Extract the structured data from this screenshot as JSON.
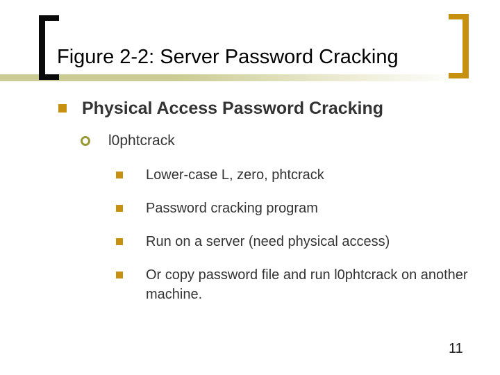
{
  "slide": {
    "title": "Figure 2-2: Server Password Cracking",
    "page_number": "11",
    "content": {
      "heading": "Physical Access Password Cracking",
      "subheading": "l0phtcrack",
      "points": [
        "Lower-case L, zero, phtcrack",
        "Password cracking program",
        "Run on a server (need physical access)",
        "Or copy password file and run l0phtcrack on another machine."
      ]
    },
    "colors": {
      "gold_accent": "#C79010",
      "olive_ring": "#999933",
      "band_khaki": "#CBCB94",
      "left_bracket": "#0A0A0A",
      "body_text": "#333333",
      "title_text": "#000000"
    }
  }
}
